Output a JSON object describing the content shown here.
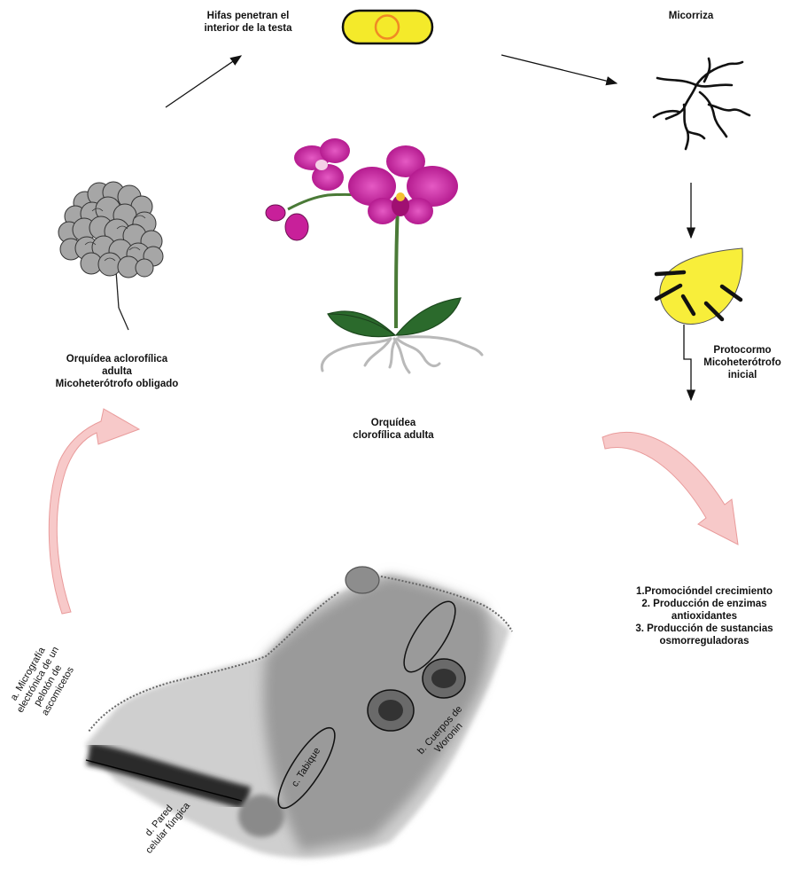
{
  "labels": {
    "hyphae": [
      "Hifas penetran el",
      "interior de la testa"
    ],
    "mycorrhiza": "Micorriza",
    "achlorophyllous": [
      "Orquídea aclorofílica",
      "adulta",
      "Micoheterótrofo obligado"
    ],
    "chlorophyllous": [
      "Orquídea",
      "clorofílica adulta"
    ],
    "protocorm": [
      "Protocormo",
      "Micoheterótrofo",
      "inicial"
    ],
    "benefits": [
      "1.Promocióndel crecimiento",
      "2. Producción de enzimas",
      "antioxidantes",
      "3. Producción de sustancias",
      "osmorreguladoras"
    ],
    "micrograph": [
      "a. Micrografía",
      "electrónica de un",
      "pelotón de",
      "ascomicetos"
    ],
    "wall": [
      "d. Pared",
      "celular fúngica"
    ],
    "septum": "c. Tabique",
    "woronin": [
      "b. Cuerpos de",
      "Woronin"
    ]
  },
  "colors": {
    "seed_fill": "#f4ea2a",
    "seed_ring": "#f08a24",
    "protocorm_fill": "#f8ee3a",
    "flower": "#c8209a",
    "leaf": "#2b6a2c",
    "roots": "#b9b9b9",
    "curved_arrow": "#f7c9c9",
    "cluster": "#a6a6a6"
  },
  "icons": [
    "seed-icon",
    "mycorrhiza-hyphae-icon",
    "protocorm-icon",
    "orchid-plant-icon",
    "achlorophyllous-orchid-icon",
    "fungal-micrograph-image"
  ]
}
